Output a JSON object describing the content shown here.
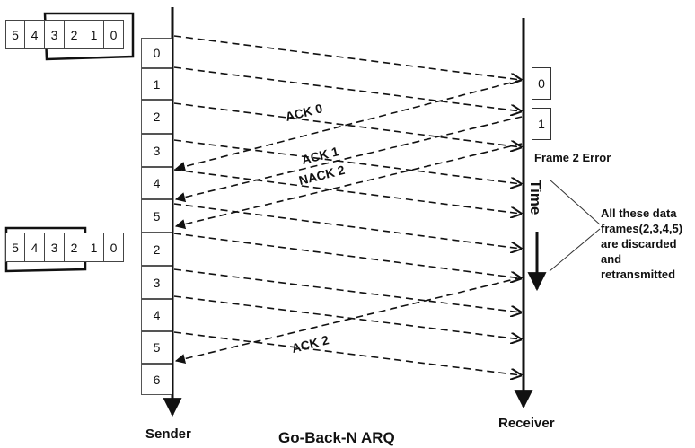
{
  "title": "Go-Back-N ARQ",
  "sender_label": "Sender",
  "receiver_label": "Receiver",
  "time_label": "Time",
  "error_label": "Frame 2 Error",
  "note_lines": [
    "All these data",
    "frames(2,3,4,5)",
    "are discarded",
    "and",
    "retransmitted"
  ],
  "sender_window_1": {
    "cells": [
      "5",
      "4",
      "3",
      "2",
      "1",
      "0"
    ],
    "window_covers": [
      "3",
      "2",
      "1",
      "0"
    ]
  },
  "sender_window_2": {
    "cells": [
      "5",
      "4",
      "3",
      "2",
      "1",
      "0"
    ],
    "window_covers": [
      "5",
      "4",
      "3",
      "2"
    ]
  },
  "sender_frames": [
    "0",
    "1",
    "2",
    "3",
    "4",
    "5",
    "2",
    "3",
    "4",
    "5",
    "6"
  ],
  "receiver_frames": [
    "0",
    "1"
  ],
  "acks": [
    {
      "label": "ACK 0"
    },
    {
      "label": "ACK 1"
    },
    {
      "label": "NACK 2"
    },
    {
      "label": "ACK 2"
    }
  ],
  "line_color": "#111111"
}
